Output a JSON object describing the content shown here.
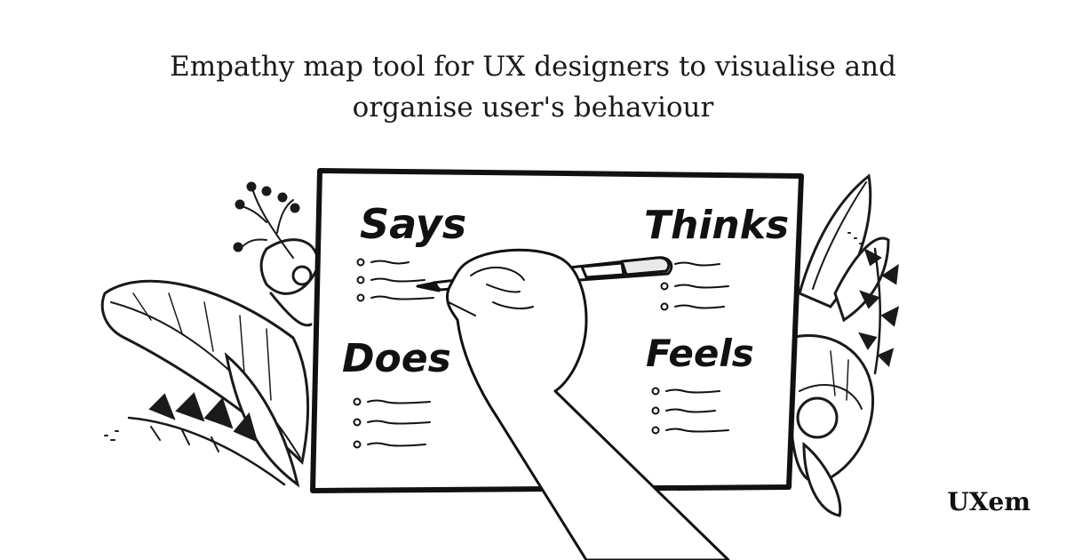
{
  "headline": {
    "line1": "Empathy map tool for UX designers to visualise and",
    "line2": "organise user's behaviour"
  },
  "board": {
    "quadrants": {
      "says": "Says",
      "thinks": "Thinks",
      "does": "Does",
      "feels": "Feels"
    }
  },
  "brand": {
    "name": "UXem"
  },
  "colors": {
    "ink": "#1a1a1a",
    "background": "#ffffff"
  }
}
